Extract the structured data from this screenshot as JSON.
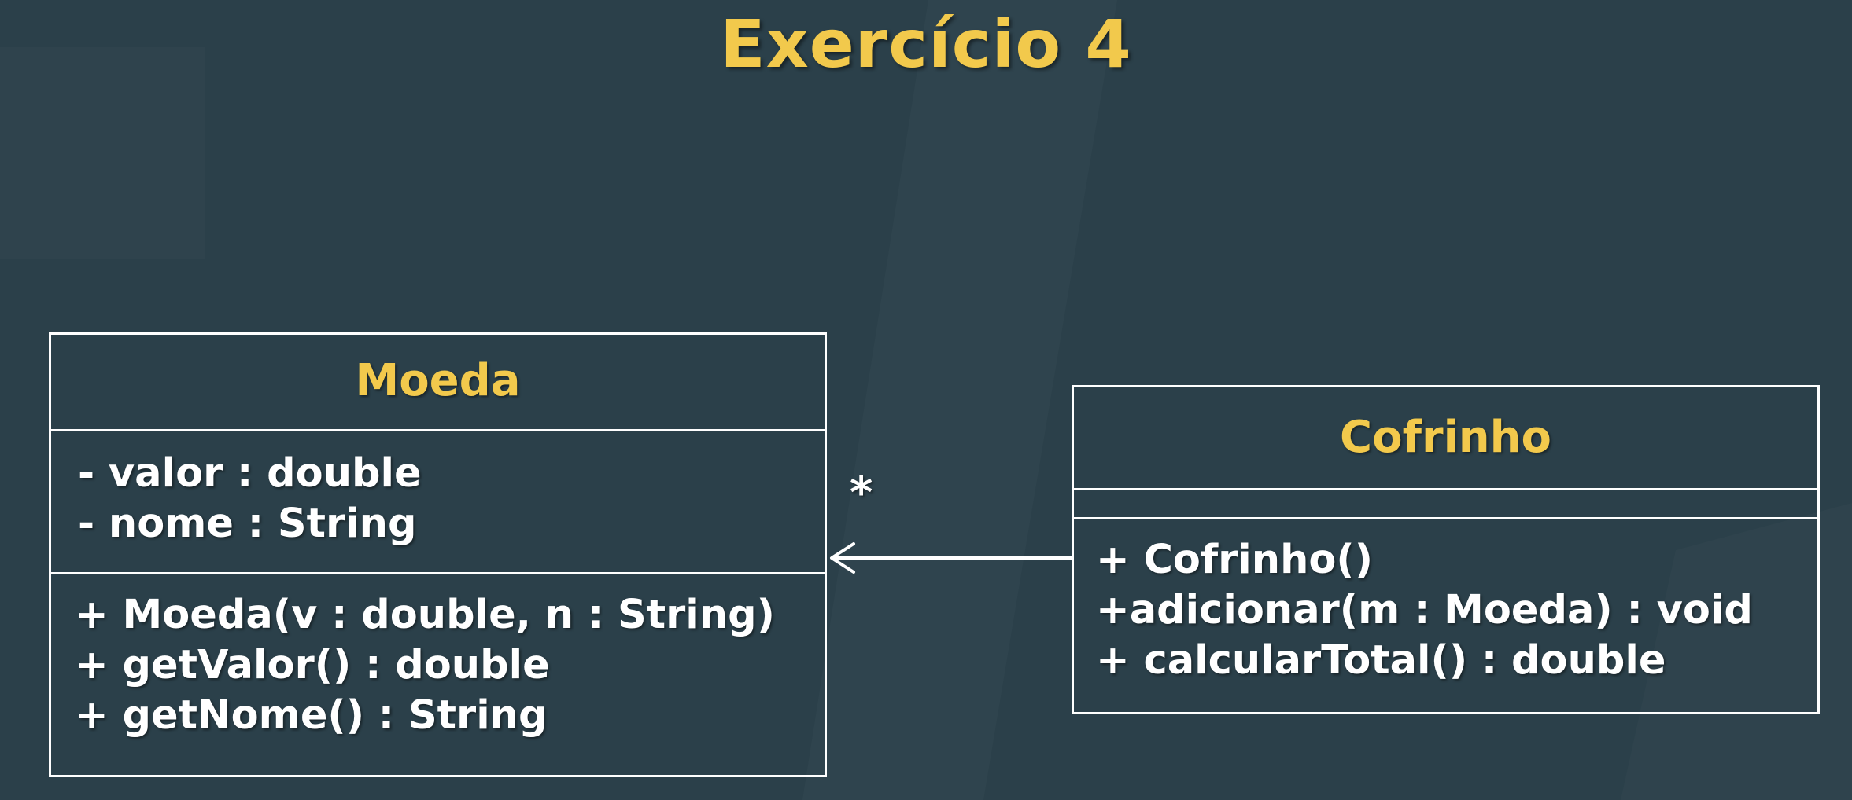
{
  "slide": {
    "title": "Exercício 4"
  },
  "colors": {
    "background": "#2b404a",
    "title": "#f2c94c",
    "class_name": "#f2c94c",
    "lines": "#ffffff",
    "text": "#ffffff"
  },
  "classes": {
    "moeda": {
      "name": "Moeda",
      "attributes": [
        "- valor : double",
        "- nome : String"
      ],
      "methods": [
        "+ Moeda(v : double, n : String)",
        "+ getValor() : double",
        "+ getNome() : String"
      ]
    },
    "cofrinho": {
      "name": "Cofrinho",
      "attributes": [],
      "methods": [
        "+ Cofrinho()",
        "+adicionar(m : Moeda) : void",
        "+ calcularTotal() : double"
      ]
    }
  },
  "association": {
    "from": "Cofrinho",
    "to": "Moeda",
    "multiplicity": "*",
    "arrow": "open-arrowhead"
  }
}
